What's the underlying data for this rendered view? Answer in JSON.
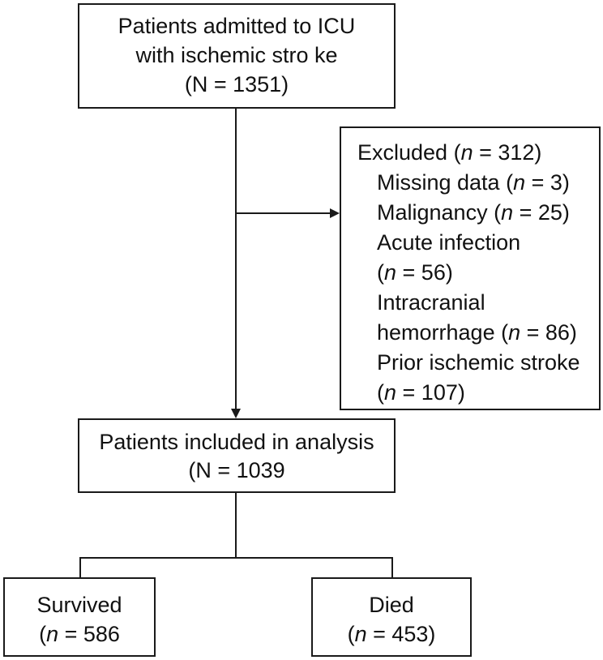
{
  "top_box": {
    "line1": "Patients admitted to ICU",
    "line2": "with ischemic stro ke",
    "line3": "(N = 1351)"
  },
  "excluded_box": {
    "title_prefix": "Excluded (",
    "title_n": "n",
    "title_suffix": " = 312)",
    "items": [
      {
        "text_pre": "Missing data (",
        "n": "n",
        "text_post": " = 3)"
      },
      {
        "text_pre": "Malignancy (",
        "n": "n",
        "text_post": " = 25)"
      },
      {
        "text_pre": "Acute infection",
        "n": "",
        "text_post": ""
      },
      {
        "text_pre": "(",
        "n": "n",
        "text_post": " = 56)"
      },
      {
        "text_pre": "Intracranial",
        "n": "",
        "text_post": ""
      },
      {
        "text_pre": "hemorrhage (",
        "n": "n",
        "text_post": " = 86)"
      },
      {
        "text_pre": "Prior ischemic stroke",
        "n": "",
        "text_post": ""
      },
      {
        "text_pre": "(",
        "n": "n",
        "text_post": " = 107)"
      }
    ]
  },
  "included_box": {
    "line1": "Patients included in analysis",
    "line2": "(N = 1039"
  },
  "survived_box": {
    "line1": "Survived",
    "line2_pre": "(",
    "line2_n": "n",
    "line2_post": " = 586"
  },
  "died_box": {
    "line1": "Died",
    "line2_pre": "(",
    "line2_n": "n",
    "line2_post": " = 453)"
  }
}
